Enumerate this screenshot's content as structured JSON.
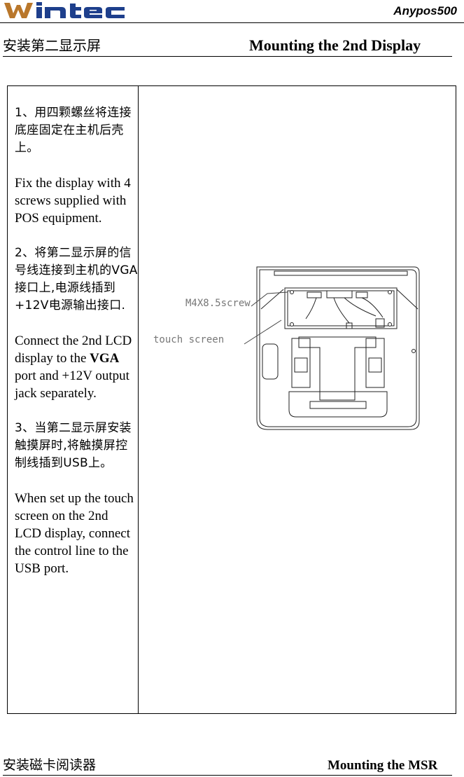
{
  "header": {
    "model": "Anypos500"
  },
  "section1": {
    "title_cn": "安装第二显示屏",
    "title_en": "Mounting the 2nd Display"
  },
  "steps": [
    {
      "cn": "1、用四颗螺丝将连接底座固定在主机后壳上。",
      "en": "Fix the display with 4 screws supplied with POS equipment."
    },
    {
      "cn": "2、将第二显示屏的信号线连接到主机的VGA接口上,电源线插到+12V电源输出接口.",
      "en_pre": "Connect the 2nd LCD display to the ",
      "en_bold": "VGA",
      "en_post": " port and +12V output jack separately."
    },
    {
      "cn": "3、当第二显示屏安装触摸屏时,将触摸屏控制线插到USB上。",
      "en": "When set up the touch screen on the 2nd LCD display, connect the control line to the USB port."
    }
  ],
  "figure": {
    "label_screw": "M4X8.5screw",
    "label_touch": "touch screen"
  },
  "section2": {
    "title_cn": "安装磁卡阅读器",
    "title_en": "Mounting the MSR"
  }
}
